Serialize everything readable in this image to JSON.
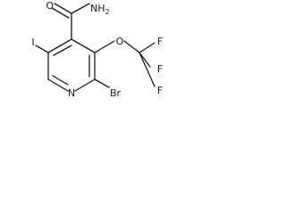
{
  "molecule": {
    "labels": {
      "amide_o": "O",
      "amide_n": "NH2",
      "iodine": "I",
      "ether_o": "O",
      "f_top": "F",
      "f_right": "F",
      "f_bottom": "F",
      "ring_n": "N",
      "bromine": "Br"
    }
  }
}
